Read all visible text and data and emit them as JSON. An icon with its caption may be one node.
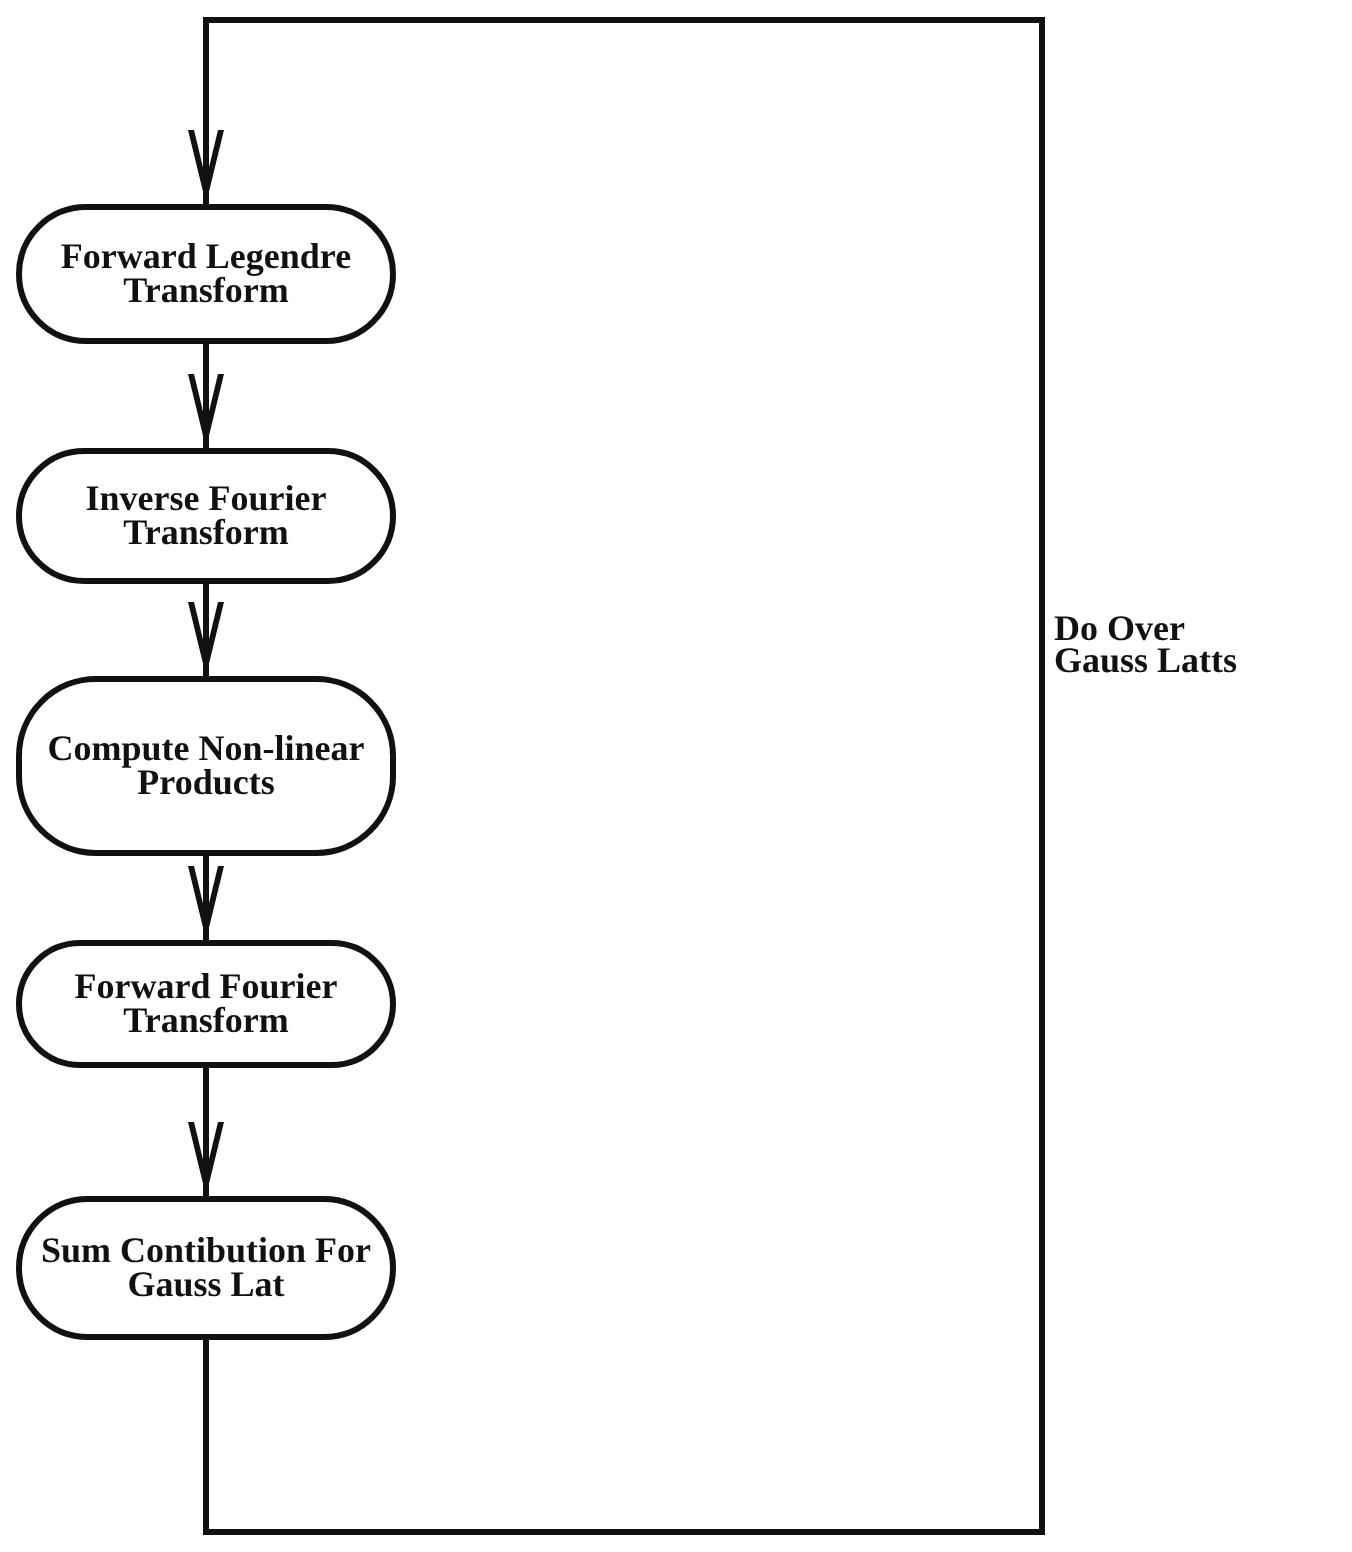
{
  "diagram": {
    "nodes": [
      {
        "text": [
          "Forward Legendre Transform"
        ]
      },
      {
        "text": [
          "Inverse Fourier Transform"
        ]
      },
      {
        "text": [
          "Compute Non-linear Products"
        ]
      },
      {
        "text": [
          "Forward Fourier Transform"
        ]
      },
      {
        "text": [
          "Sum Contibution For Gauss Lat"
        ]
      }
    ],
    "edges": [
      {
        "from": 0,
        "to": 1,
        "arrow": "to"
      },
      {
        "from": 1,
        "to": 2,
        "arrow": "to"
      },
      {
        "from": 2,
        "to": 3,
        "arrow": "to"
      },
      {
        "from": 3,
        "to": 4,
        "arrow": "to"
      },
      {
        "from": 4,
        "to": 0,
        "arrow": "to"
      }
    ],
    "labels": [
      "Do Over Gauss Latts"
    ]
  }
}
